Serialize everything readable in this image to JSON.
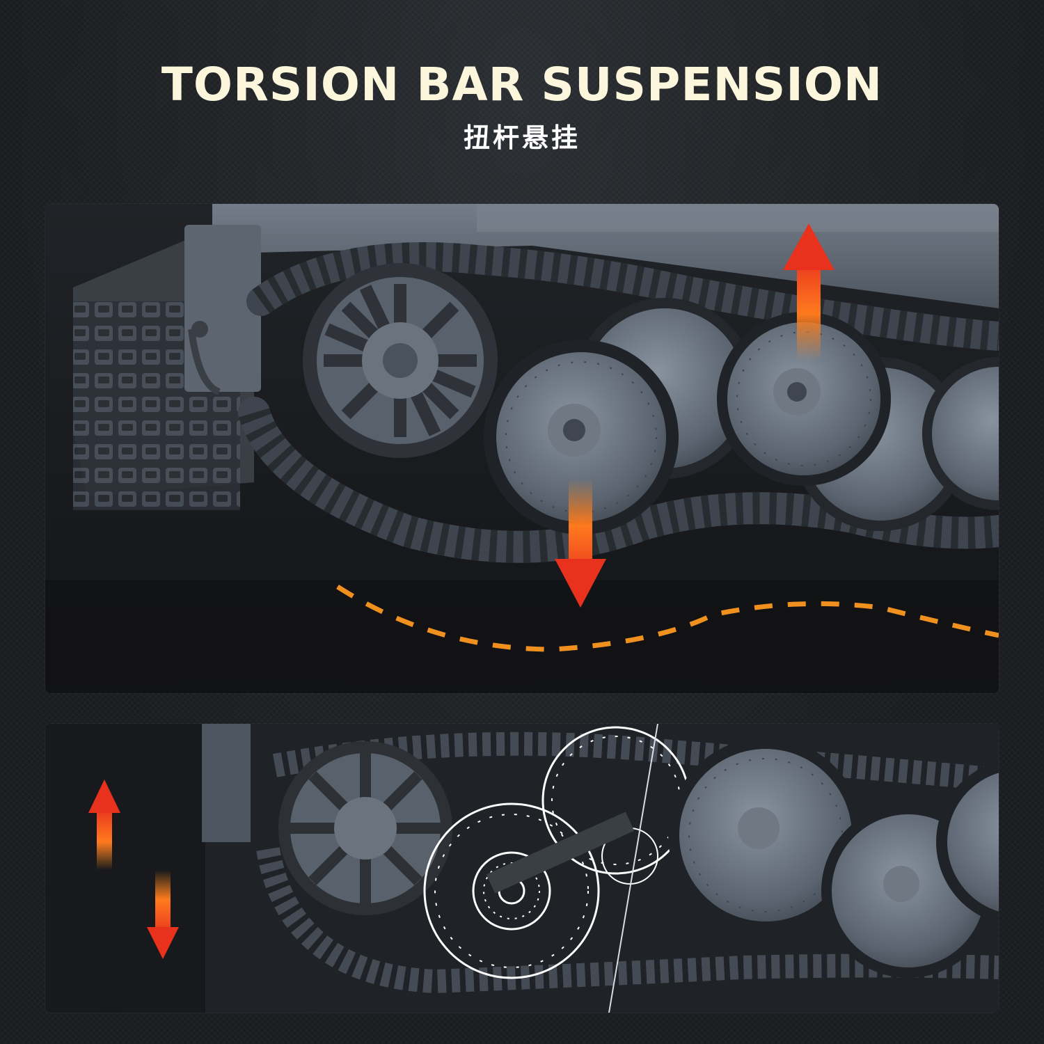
{
  "header": {
    "title": "TORSION BAR SUSPENSION",
    "subtitle": "扭杆悬挂"
  },
  "colors": {
    "title": "#fbf6dc",
    "arrow_red": "#e8321e",
    "arrow_orange": "#ff8a1e",
    "dashed_path": "#f0901e",
    "steel": "#5a6472"
  },
  "illustrations": {
    "top_panel": "tank-track-wheels-photo",
    "bottom_panel": "tank-road-wheel-cutaway"
  }
}
